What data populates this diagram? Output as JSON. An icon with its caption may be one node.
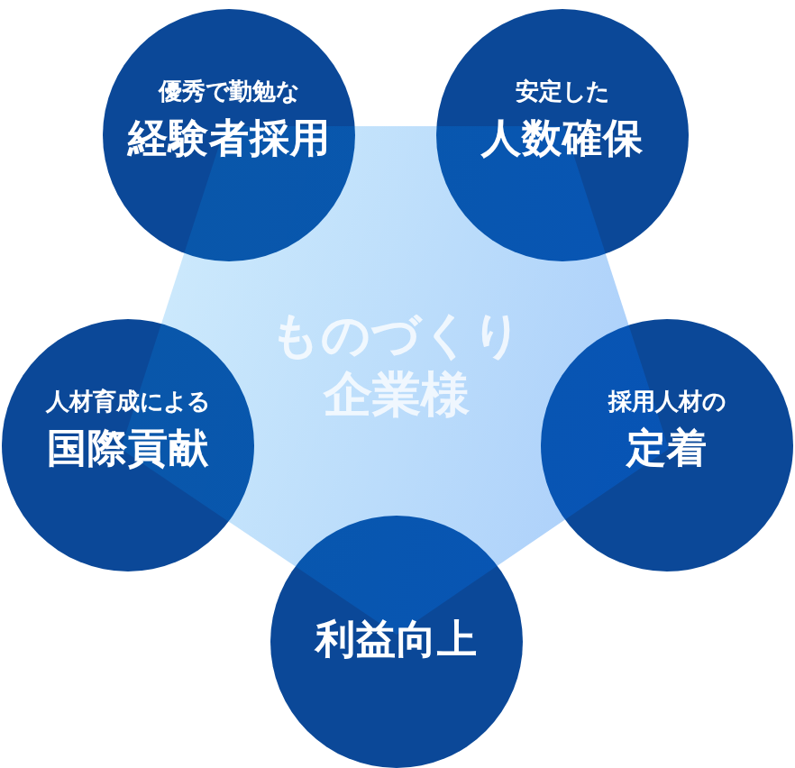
{
  "diagram": {
    "nodes": [
      {
        "text": [
          "優秀で勤勉な",
          "経験者採用"
        ]
      },
      {
        "text": [
          "安定した",
          "人数確保"
        ]
      },
      {
        "text": [
          "ものづくり企業様"
        ]
      },
      {
        "text": [
          "人材育成による",
          "国際貢献"
        ]
      },
      {
        "text": [
          "採用人材の",
          "定着"
        ]
      },
      {
        "text": [
          "利益向上"
        ]
      }
    ]
  }
}
